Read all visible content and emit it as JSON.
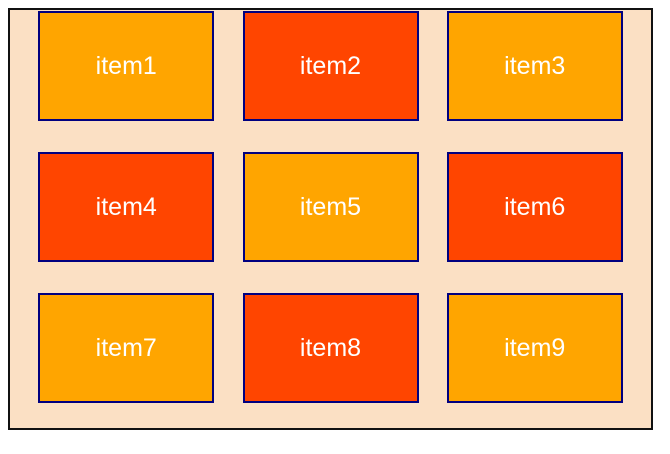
{
  "container": {
    "name": "flex-container",
    "background_color": "#fbe0c4",
    "border_color": "#111111"
  },
  "style": {
    "item_border_color": "#000080",
    "item_text_color": "#ffffff",
    "color_orange": "#ffa500",
    "color_orangered": "#ff4500"
  },
  "rows": [
    {
      "items": [
        {
          "label": "item1",
          "color": "#ffa500",
          "color_name": "orange"
        },
        {
          "label": "item2",
          "color": "#ff4500",
          "color_name": "orangered"
        },
        {
          "label": "item3",
          "color": "#ffa500",
          "color_name": "orange"
        }
      ]
    },
    {
      "items": [
        {
          "label": "item4",
          "color": "#ff4500",
          "color_name": "orangered"
        },
        {
          "label": "item5",
          "color": "#ffa500",
          "color_name": "orange"
        },
        {
          "label": "item6",
          "color": "#ff4500",
          "color_name": "orangered"
        }
      ]
    },
    {
      "items": [
        {
          "label": "item7",
          "color": "#ffa500",
          "color_name": "orange"
        },
        {
          "label": "item8",
          "color": "#ff4500",
          "color_name": "orangered"
        },
        {
          "label": "item9",
          "color": "#ffa500",
          "color_name": "orange"
        }
      ]
    }
  ]
}
